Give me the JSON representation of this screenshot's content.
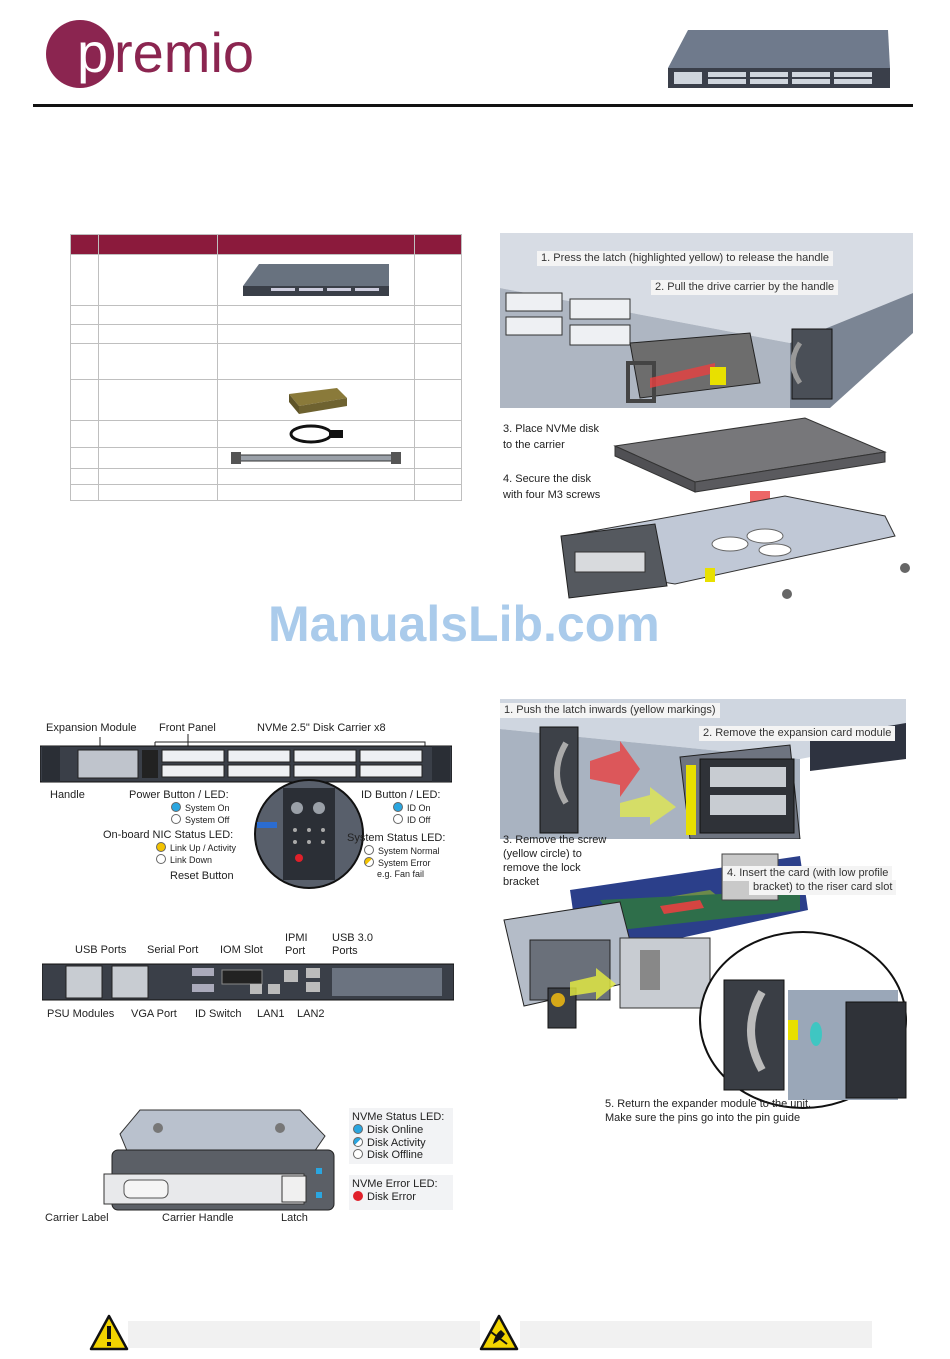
{
  "brand": {
    "name": "premio",
    "color": "#8b2550"
  },
  "watermark": {
    "text": "ManualsLib.com",
    "color": "#9cc3e8"
  },
  "replace_drive": {
    "step1": "1. Press the latch (highlighted yellow) to release the handle",
    "step2": "2. Pull the drive carrier by the handle",
    "step3a": "3. Place NVMe disk",
    "step3b": "to the carrier",
    "step4a": "4. Secure the disk",
    "step4b": "with four M3 screws"
  },
  "front_panel": {
    "expansion_module": "Expansion Module",
    "front_panel": "Front Panel",
    "disk_carrier": "NVMe 2.5\" Disk Carrier x8",
    "handle": "Handle",
    "power_button": "Power Button / LED:",
    "system_on": "System On",
    "system_off": "System Off",
    "id_button": "ID Button / LED:",
    "id_on": "ID On",
    "id_off": "ID Off",
    "nic_led": "On-board NIC Status LED:",
    "link_up": "Link Up / Activity",
    "link_down": "Link Down",
    "system_status": "System Status LED:",
    "system_normal": "System Normal",
    "system_error": "System Error",
    "fan_fail": "e.g. Fan fail",
    "reset_button": "Reset Button"
  },
  "rear_panel": {
    "usb_ports": "USB Ports",
    "serial_port": "Serial Port",
    "iom_slot": "IOM Slot",
    "ipmi_port_a": "IPMI",
    "ipmi_port_b": "Port",
    "usb30_a": "USB 3.0",
    "usb30_b": "Ports",
    "psu_modules": "PSU Modules",
    "vga_port": "VGA Port",
    "id_switch": "ID Switch",
    "lan1": "LAN1",
    "lan2": "LAN2"
  },
  "carrier": {
    "nvme_status": "NVMe Status LED:",
    "disk_online": "Disk Online",
    "disk_activity": "Disk Activity",
    "disk_offline": "Disk Offline",
    "nvme_error": "NVMe Error LED:",
    "disk_error": "Disk Error",
    "carrier_label": "Carrier Label",
    "carrier_handle": "Carrier Handle",
    "latch": "Latch"
  },
  "expansion": {
    "step1": "1. Push the latch inwards (yellow markings)",
    "step2": "2. Remove the expansion card module",
    "step3a": "3. Remove the screw",
    "step3b": "(yellow circle) to",
    "step3c": "remove the lock",
    "step3d": "bracket",
    "step4a": "4. Insert the card (with low profile",
    "step4b": "bracket) to the riser card slot",
    "step5a": "5. Return the expander module to the unit.",
    "step5b": "Make sure the pins go into the pin guide"
  },
  "colors": {
    "led_blue": "#2aa6e0",
    "led_yellow": "#f2c200",
    "led_red": "#e0202a",
    "arrow_red": "#e84040",
    "highlight_yellow": "#e8e000"
  }
}
